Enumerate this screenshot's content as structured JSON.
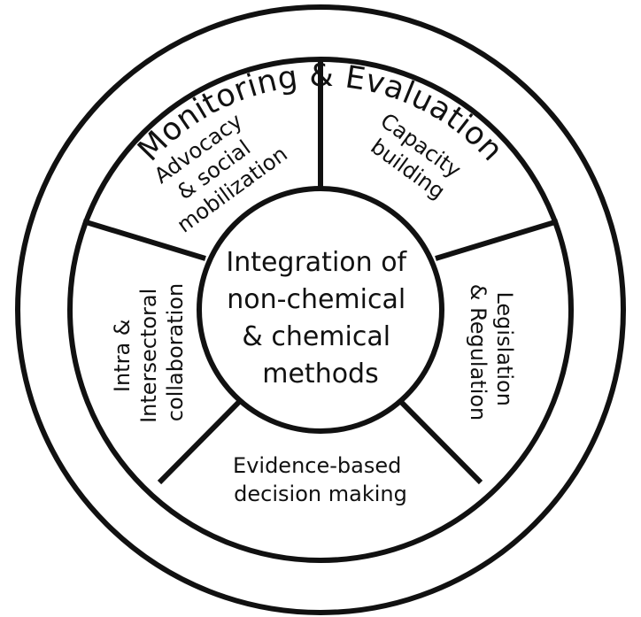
{
  "outer_ring": {
    "label": "Monitoring & Evaluation"
  },
  "center": {
    "lines": [
      "Integration of",
      "non-chemical",
      "& chemical",
      "methods"
    ]
  },
  "segments": {
    "advocacy": {
      "lines": [
        "Advocacy",
        "& social",
        "mobilization"
      ]
    },
    "capacity": {
      "lines": [
        "Capacity",
        "building"
      ]
    },
    "legislation": {
      "lines": [
        "Legislation",
        "& Regulation"
      ]
    },
    "evidence": {
      "lines": [
        "Evidence-based",
        "decision making"
      ]
    },
    "intersectoral": {
      "lines": [
        "Intra &",
        "Intersectoral",
        "collaboration"
      ]
    }
  },
  "colors": {
    "stroke": "#111111",
    "background": "#ffffff"
  }
}
